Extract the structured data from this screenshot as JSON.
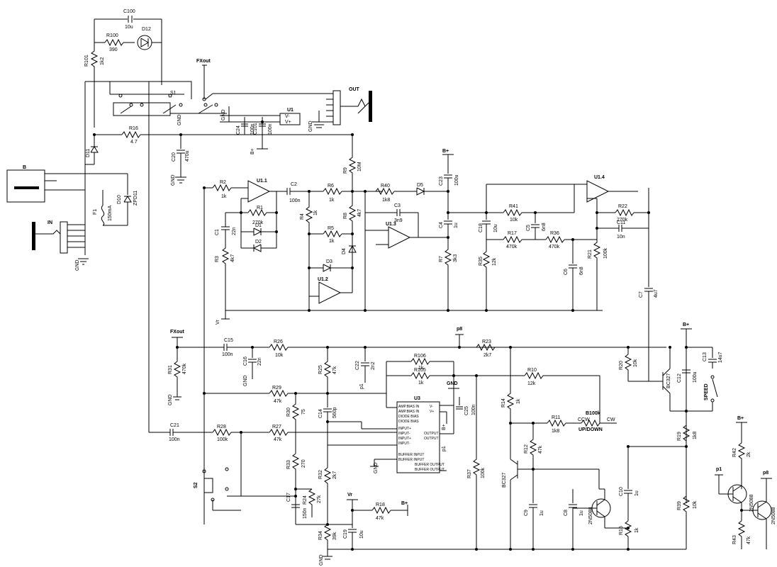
{
  "labels": {
    "c100": "C100",
    "c100v": "10u",
    "r100": "R100",
    "r100v": "390",
    "d12": "D12",
    "r101": "R101",
    "r101v": "1k2",
    "fxout_top": "FXout",
    "s1": "S1",
    "out": "OUT",
    "u1": "U1",
    "u1_vm": "V-",
    "u1_vp": "V+",
    "r16": "R16",
    "r16v": "4.7",
    "c24": "C24",
    "c24v": "100n",
    "c101": "C101",
    "c101v": "100n",
    "c20": "C20",
    "c20v": "470u",
    "bplus1": "B+",
    "bplus2": "B+",
    "bplus3": "B+",
    "bplus4": "B+",
    "bplus5": "B+",
    "gnd": "GND",
    "d11": "D11",
    "b": "B",
    "in": "IN",
    "f1": "F1",
    "f1v": "150mA",
    "d10": "D10",
    "d10v": "ZPD11",
    "r2": "R2",
    "r2v": "1k",
    "u1_1": "U1.1",
    "c2": "C2",
    "c2v": "100n",
    "r1": "R1",
    "r1v": "270k",
    "c1": "C1",
    "c1v": "22n",
    "d1": "D1",
    "d2": "D2",
    "r3": "R3",
    "r3v": "4k7",
    "r6": "R6",
    "r6v": "1k",
    "r4": "R4",
    "r4v": "1k",
    "r5": "R5",
    "r5v": "1k",
    "d3": "D3",
    "u1_2": "U1.2",
    "r9": "R9",
    "r9v": "10M",
    "r8": "R8",
    "r8v": "4k7",
    "d4": "D4",
    "r40": "R40",
    "r40v": "1k8",
    "d5": "D5",
    "c3": "C3",
    "c3v": "3n9",
    "u1_3": "U1.3",
    "c23": "C23",
    "c23v": "100u",
    "c4": "C4",
    "c4v": "1u",
    "r7": "R7",
    "r7v": "3k3",
    "c18": "C18",
    "c18v": "10u",
    "r41": "R41",
    "r41v": "10k",
    "c5": "C5",
    "c5v": "6n8",
    "r17": "R17",
    "r17v": "470k",
    "r36": "R36",
    "r36v": "470k",
    "r35": "R35",
    "r35v": "12k",
    "c6": "C6",
    "c6v": "6n8",
    "u1_4": "U1.4",
    "r22": "R22",
    "r22v": "270k",
    "c11": "C11",
    "c11v": "10n",
    "r21": "R21",
    "r21v": "100k",
    "c7": "C7",
    "c7v": "4u7",
    "vr1": "Vr",
    "vr2": "Vr",
    "fxout_mid": "FXout",
    "c15": "C15",
    "c15v": "100n",
    "r26": "R26",
    "r26v": "10k",
    "c16": "C16",
    "c16v": "22n",
    "r31": "R31",
    "r31v": "470k",
    "r25": "R25",
    "r25v": "47k",
    "c22": "C22",
    "c22v": "2n2",
    "p8a": "p8",
    "p8b": "p8",
    "r23": "R23",
    "r23v": "2k7",
    "r106": "R106",
    "r106v": "1k",
    "r105": "R105",
    "r105v": "1k",
    "p1a": "p1",
    "p1b": "p1",
    "p1c": "p1",
    "u3": "U3",
    "u3_p1": "AMP.BIAS IN",
    "u3_p2": "AMP.BIAS IN",
    "u3_p3": "DIODE BIAS",
    "u3_p4": "DIODE BIAS",
    "u3_p5": "INPUT+",
    "u3_p6": "INPUT-",
    "u3_p7": "INPUT+",
    "u3_p8": "INPUT-",
    "u3_p9": "BUFFER INPUT",
    "u3_p10": "BUFFER INPUT",
    "u3_r1": "V-",
    "u3_r2": "V+",
    "u3_r3": "OUTPUT",
    "u3_r4": "OUTPUT",
    "u3_r5": "BUFFER OUTPUT",
    "u3_r6": "BUFFER OUTPUT",
    "c25": "C25",
    "c25v": "100n",
    "r29": "R29",
    "r29v": "47k",
    "r30": "R30",
    "r30v": "75",
    "c14": "C14",
    "c14v": "560p",
    "c21": "C21",
    "c21v": "100n",
    "r28": "R28",
    "r28v": "100k",
    "r27": "R27",
    "r27v": "47k",
    "r33": "R33",
    "r33v": "270",
    "r32": "R32",
    "r32v": "2k7",
    "s2": "S2",
    "c17": "C17",
    "c17v": "150n",
    "r24": "R24",
    "r24v": "27k",
    "r34": "R34",
    "r34v": "39k",
    "c19": "C19",
    "c19v": "10u",
    "r18": "R18",
    "r18v": "47k",
    "r37": "R37",
    "r37v": "100k",
    "r10": "R10",
    "r10v": "12k",
    "r14": "R14",
    "r14v": "1k",
    "r11": "R11",
    "r11v": "1k8",
    "b100": "B100k",
    "updown": "UP/DOWN",
    "ccw": "CCW",
    "cw": "CW",
    "r12": "R12",
    "r12v": "47k",
    "bc327a": "BC327",
    "bc327b": "BC327",
    "c9": "C9",
    "c9v": "1u",
    "c8": "C8",
    "c8v": "1u",
    "q2n1": "2N5088",
    "q2n2": "2N5088",
    "q2n3": "2N5088",
    "c10": "C10",
    "c10v": "1u",
    "r15": "R15",
    "r15v": "1k",
    "r20": "R20",
    "r20v": "10k",
    "c12": "C12",
    "c12v": "100u",
    "speed": "SPEED",
    "c13": "C13",
    "c13v": "14u7",
    "r19": "R19",
    "r19v": "1k8",
    "r39": "R39",
    "r39v": "10k",
    "r42": "R42",
    "r42v": "2k",
    "r43": "R43",
    "r43v": "47k"
  }
}
